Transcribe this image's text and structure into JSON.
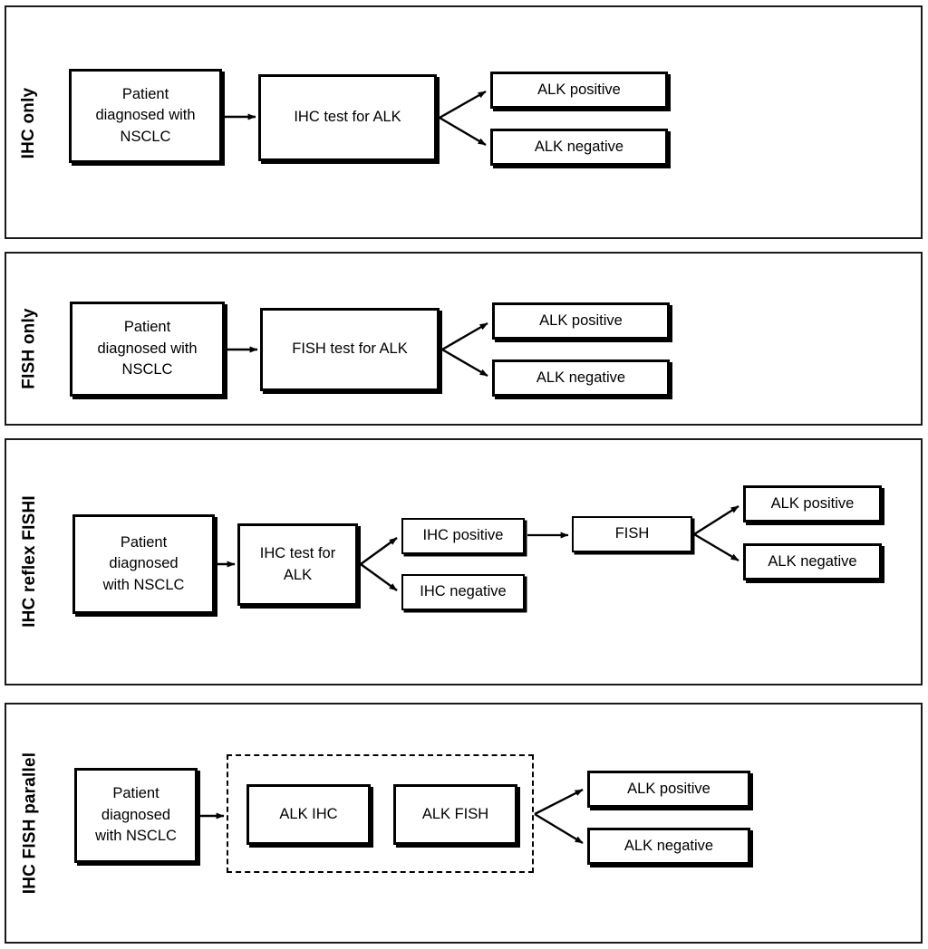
{
  "figure": {
    "type": "flowchart",
    "description": "Four ALK testing strategy pathways for patients diagnosed with NSCLC",
    "panel_count": 4
  },
  "panels": [
    {
      "id": "ihc-only",
      "label": "IHC only",
      "nodes": {
        "patient": "Patient\ndiagnosed with\nNSCLC",
        "patient_line1": "Patient",
        "patient_line2": "diagnosed with",
        "patient_line3": "NSCLC",
        "test": "IHC test for ALK",
        "positive": "ALK positive",
        "negative": "ALK negative"
      }
    },
    {
      "id": "fish-only",
      "label": "FISH only",
      "nodes": {
        "patient_line1": "Patient",
        "patient_line2": "diagnosed with",
        "patient_line3": "NSCLC",
        "test": "FISH test for ALK",
        "positive": "ALK positive",
        "negative": "ALK negative"
      }
    },
    {
      "id": "ihc-reflex-fish",
      "label": "IHC reflex FISHI",
      "nodes": {
        "patient_line1": "Patient",
        "patient_line2": "diagnosed",
        "patient_line3": "with NSCLC",
        "test_line1": "IHC test for",
        "test_line2": "ALK",
        "ihc_positive": "IHC positive",
        "ihc_negative": "IHC negative",
        "fish": "FISH",
        "positive": "ALK positive",
        "negative": "ALK negative"
      }
    },
    {
      "id": "ihc-fish-parallel",
      "label": "IHC FISH parallel",
      "nodes": {
        "patient_line1": "Patient",
        "patient_line2": "diagnosed",
        "patient_line3": "with NSCLC",
        "alk_ihc": "ALK IHC",
        "alk_fish": "ALK FISH",
        "positive": "ALK positive",
        "negative": "ALK negative"
      }
    }
  ],
  "colors": {
    "stroke": "#000000",
    "panel_border": "#1a1a1a",
    "background": "#ffffff"
  }
}
